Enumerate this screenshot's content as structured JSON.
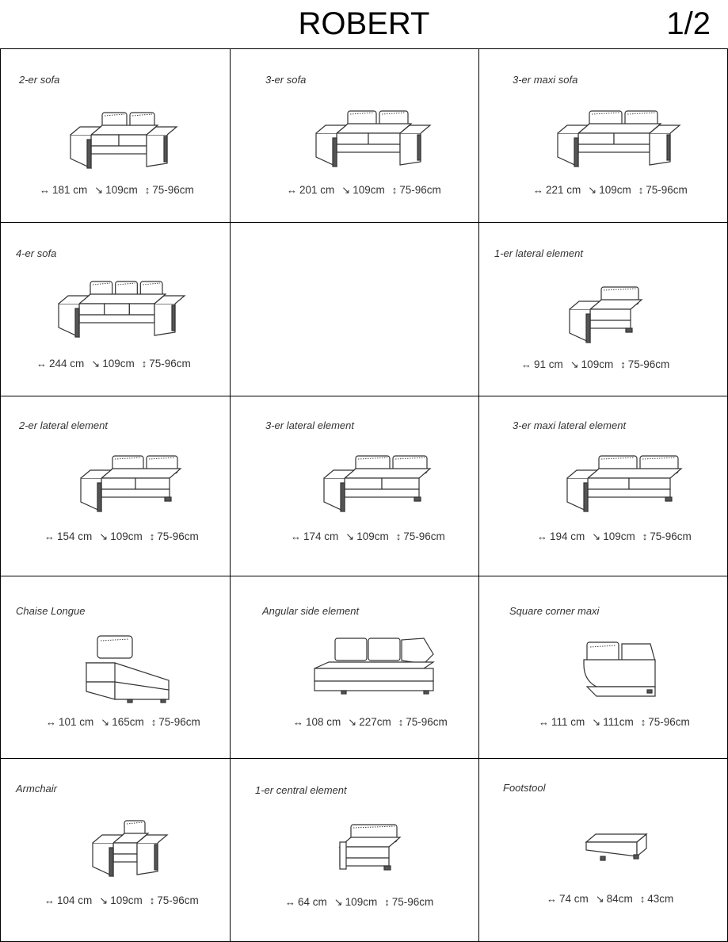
{
  "header": {
    "title": "ROBERT",
    "page": "1/2"
  },
  "icons": {
    "width": "↔",
    "depth": "↘",
    "height": "↕"
  },
  "cells": [
    {
      "name": "2-er sofa",
      "width": "181 cm",
      "depth": "109cm",
      "height": "75-96cm"
    },
    {
      "name": "3-er sofa",
      "width": "201 cm",
      "depth": "109cm",
      "height": "75-96cm"
    },
    {
      "name": "3-er maxi sofa",
      "width": "221 cm",
      "depth": "109cm",
      "height": "75-96cm"
    },
    {
      "name": "4-er sofa",
      "width": "244 cm",
      "depth": "109cm",
      "height": "75-96cm"
    },
    {
      "name": "1-er lateral element",
      "width": "91 cm",
      "depth": "109cm",
      "height": "75-96cm"
    },
    {
      "name": "2-er lateral element",
      "width": "154 cm",
      "depth": "109cm",
      "height": "75-96cm"
    },
    {
      "name": "3-er lateral element",
      "width": "174 cm",
      "depth": "109cm",
      "height": "75-96cm"
    },
    {
      "name": "3-er maxi lateral element",
      "width": "194 cm",
      "depth": "109cm",
      "height": "75-96cm"
    },
    {
      "name": "Chaise Longue",
      "width": "101 cm",
      "depth": "165cm",
      "height": "75-96cm"
    },
    {
      "name": "Angular side element",
      "width": "108 cm",
      "depth": "227cm",
      "height": "75-96cm"
    },
    {
      "name": "Square corner maxi",
      "width": "111 cm",
      "depth": "111cm",
      "height": "75-96cm"
    },
    {
      "name": "Armchair",
      "width": "104 cm",
      "depth": "109cm",
      "height": "75-96cm"
    },
    {
      "name": "1-er central element",
      "width": "64 cm",
      "depth": "109cm",
      "height": "75-96cm"
    },
    {
      "name": "Footstool",
      "width": "74 cm",
      "depth": "84cm",
      "height": "43cm"
    }
  ]
}
